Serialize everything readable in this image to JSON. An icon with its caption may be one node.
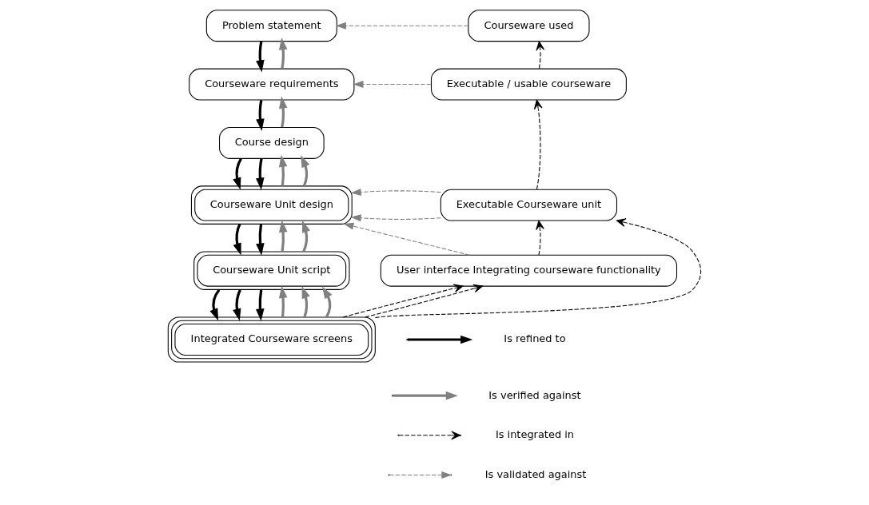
{
  "diagram": {
    "nodes": [
      {
        "text": [
          "Problem statement"
        ]
      },
      {
        "text": [
          "Courseware requirements"
        ]
      },
      {
        "text": [
          "Course design"
        ]
      },
      {
        "text": [
          "Courseware Unit design"
        ]
      },
      {
        "text": [
          "Courseware Unit script"
        ]
      },
      {
        "text": [
          "Integrated Courseware screens"
        ]
      },
      {
        "text": [
          "Courseware used"
        ]
      },
      {
        "text": [
          "Executable / usable courseware"
        ]
      },
      {
        "text": [
          "Executable Courseware unit"
        ]
      },
      {
        "text": [
          "User interface Integrating courseware functionality"
        ]
      }
    ],
    "edges": [
      {
        "from": 0,
        "to": 1,
        "arrow": "to"
      },
      {
        "from": 1,
        "to": 0,
        "arrow": "to",
        "color": "#808080"
      },
      {
        "from": 1,
        "to": 2,
        "arrow": "to"
      },
      {
        "from": 2,
        "to": 1,
        "arrow": "to",
        "color": "#808080"
      },
      {
        "from": 2,
        "to": 3,
        "arrow": "to"
      },
      {
        "from": 2,
        "to": 3,
        "arrow": "to"
      },
      {
        "from": 3,
        "to": 2,
        "arrow": "to",
        "color": "#808080"
      },
      {
        "from": 3,
        "to": 2,
        "arrow": "to",
        "color": "#808080"
      },
      {
        "from": 3,
        "to": 4,
        "arrow": "to"
      },
      {
        "from": 3,
        "to": 4,
        "arrow": "to"
      },
      {
        "from": 4,
        "to": 3,
        "arrow": "to",
        "color": "#808080"
      },
      {
        "from": 4,
        "to": 3,
        "arrow": "to",
        "color": "#808080"
      },
      {
        "from": 4,
        "to": 5,
        "arrow": "to"
      },
      {
        "from": 4,
        "to": 5,
        "arrow": "to"
      },
      {
        "from": 4,
        "to": 5,
        "arrow": "to"
      },
      {
        "from": 5,
        "to": 4,
        "arrow": "to",
        "color": "#808080"
      },
      {
        "from": 5,
        "to": 4,
        "arrow": "to",
        "color": "#808080"
      },
      {
        "from": 5,
        "to": 4,
        "arrow": "to",
        "color": "#808080"
      },
      {
        "from": 6,
        "to": 0,
        "arrow": "to",
        "style": "dashed",
        "color": "#808080"
      },
      {
        "from": 7,
        "to": 1,
        "arrow": "to",
        "style": "dashed",
        "color": "#808080"
      },
      {
        "from": 8,
        "to": 3,
        "arrow": "to",
        "style": "dashed",
        "color": "#808080"
      },
      {
        "from": 8,
        "to": 3,
        "arrow": "to",
        "style": "dashed",
        "color": "#808080"
      },
      {
        "from": 9,
        "to": 3,
        "arrow": "to",
        "style": "dashed",
        "color": "#808080"
      },
      {
        "from": 7,
        "to": 6,
        "arrow": "to",
        "style": "dashed"
      },
      {
        "from": 8,
        "to": 7,
        "arrow": "to",
        "style": "dashed"
      },
      {
        "from": 9,
        "to": 8,
        "arrow": "to",
        "style": "dashed"
      },
      {
        "from": 5,
        "to": 9,
        "arrow": "to",
        "style": "dashed"
      },
      {
        "from": 5,
        "to": 9,
        "arrow": "to",
        "style": "dashed"
      },
      {
        "from": 5,
        "to": 8,
        "arrow": "to",
        "style": "dashed"
      }
    ],
    "legend": [
      {
        "text": "Is refined to"
      },
      {
        "text": "Is verified against"
      },
      {
        "text": "Is integrated in"
      },
      {
        "text": "Is validated against"
      }
    ]
  }
}
